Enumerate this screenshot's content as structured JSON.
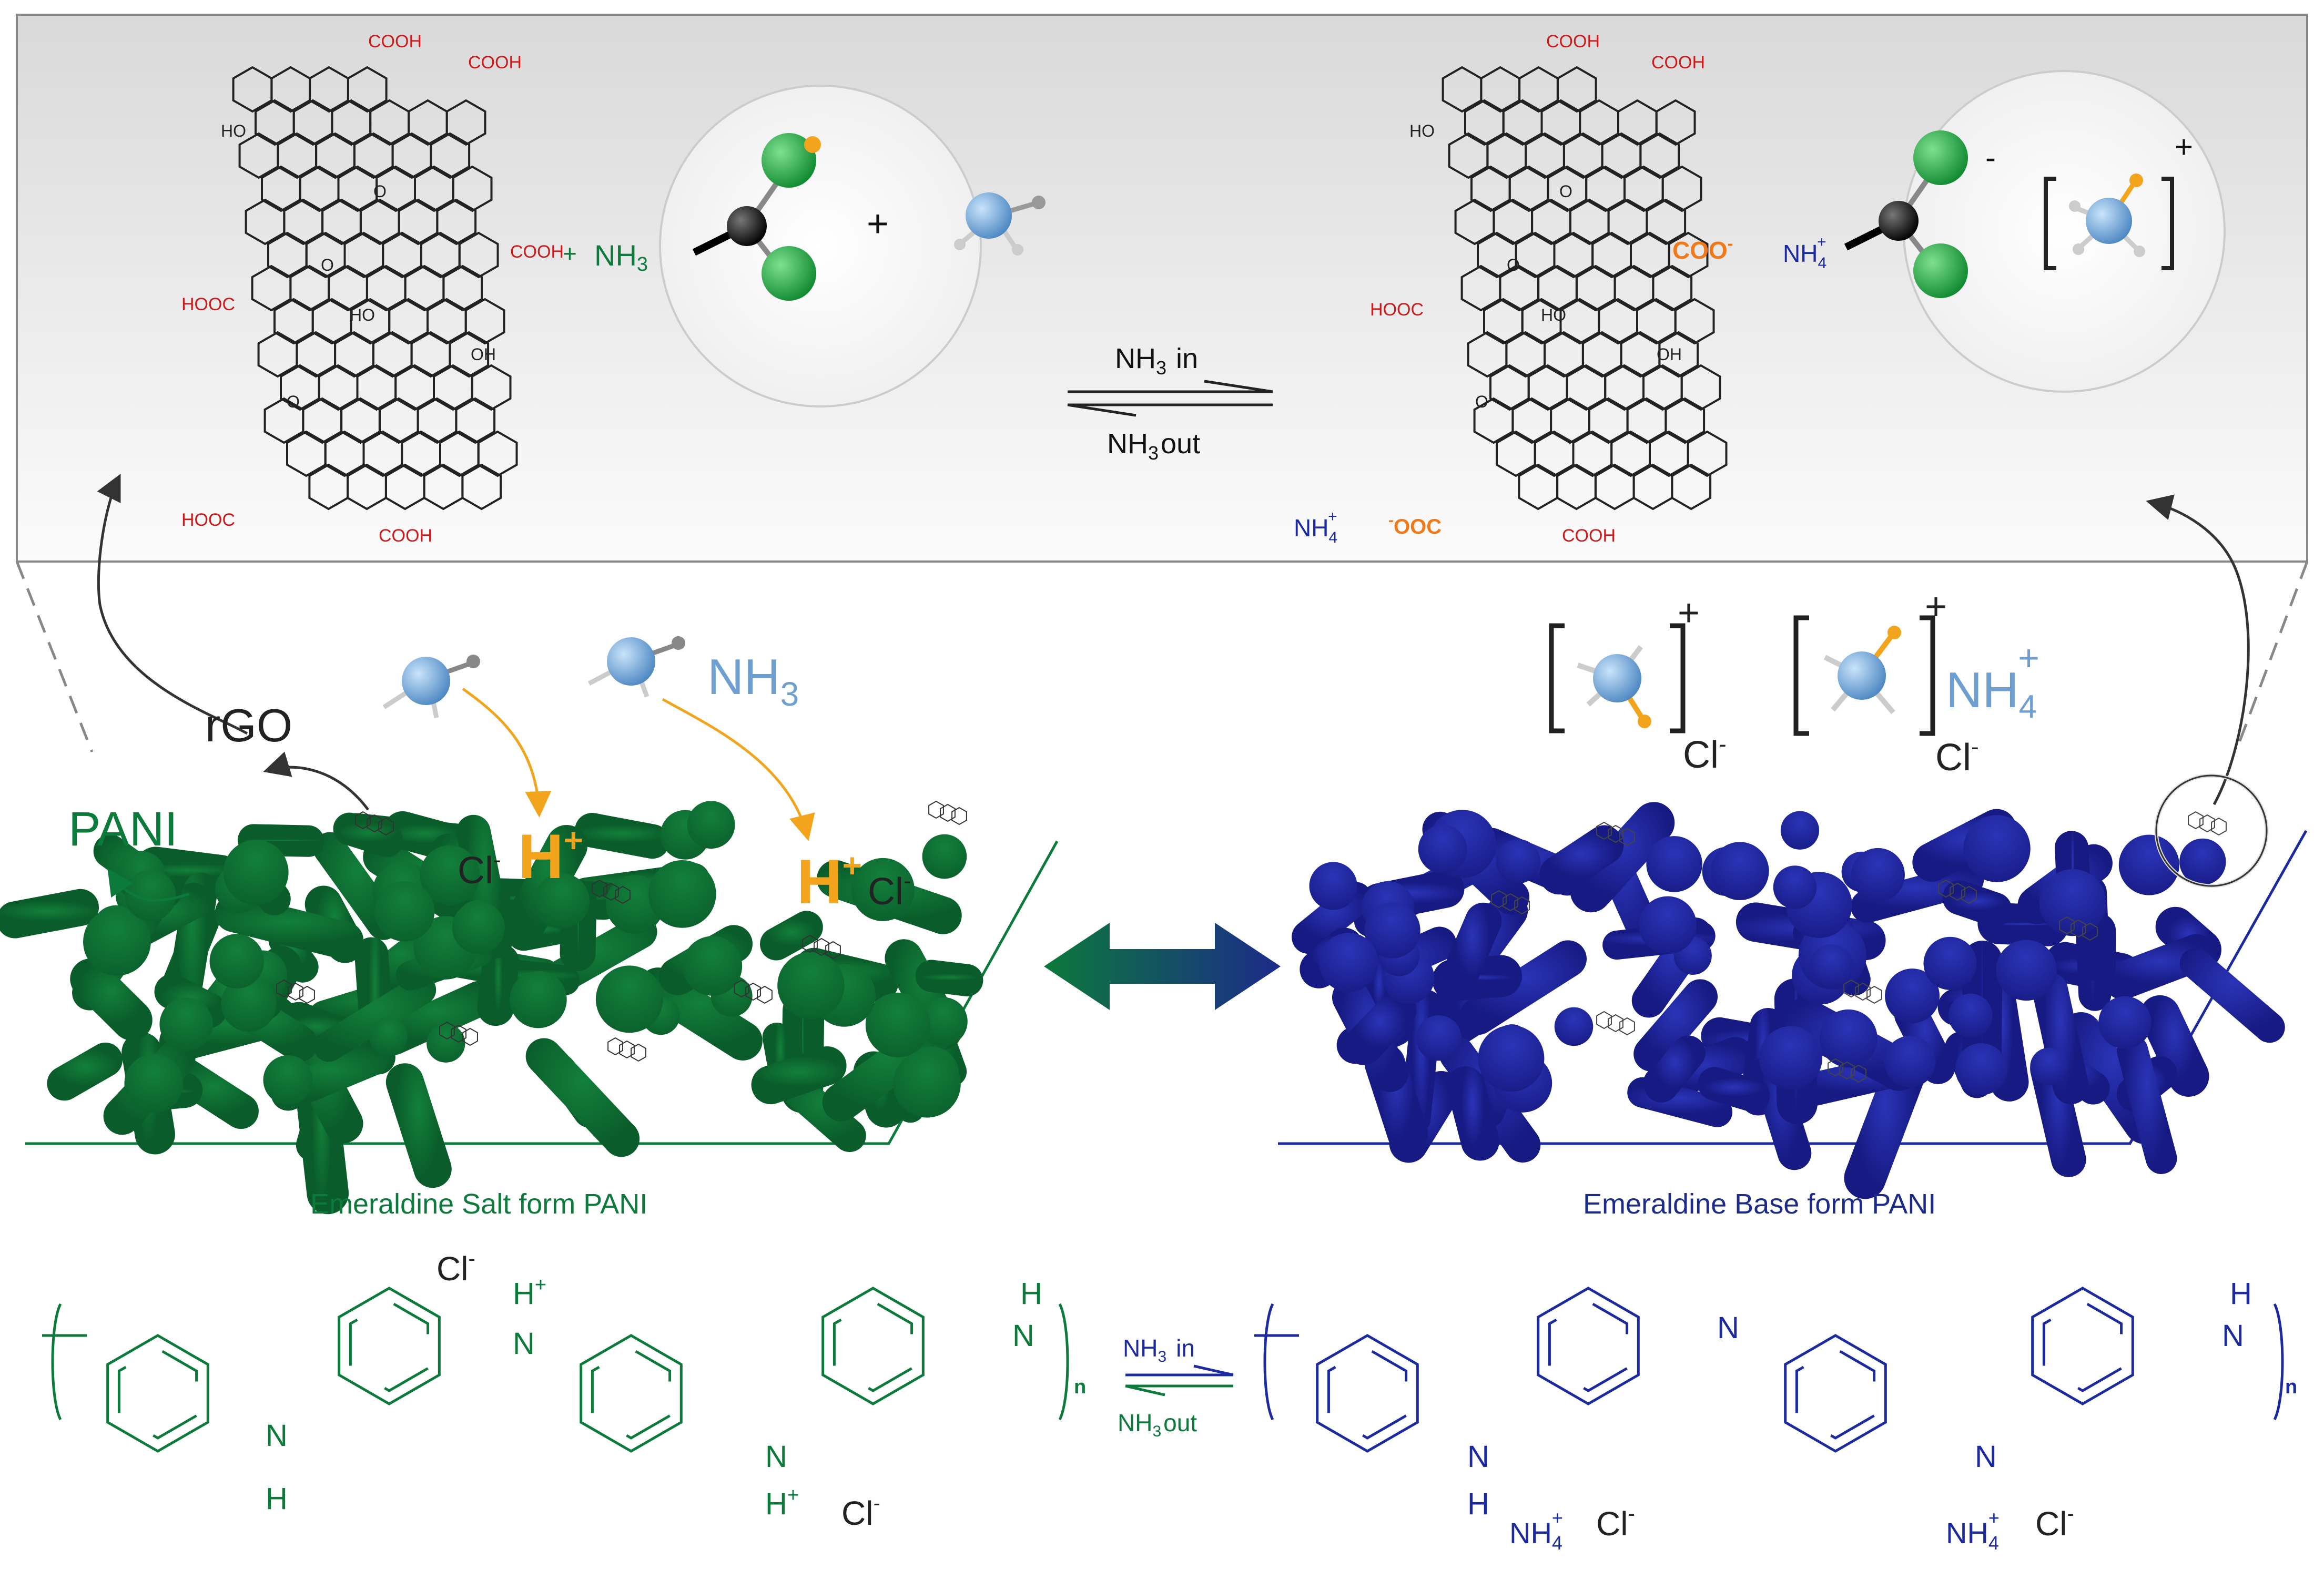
{
  "top_panel": {
    "left": {
      "cooh": "COOH",
      "hooc": "HOOC",
      "ho": "HO",
      "oh": "OH",
      "o": "O",
      "plus_nh3_plus": "+",
      "plus_nh3": "NH",
      "plus_nh3_sub": "3",
      "circle_plus": "+"
    },
    "right": {
      "cooh": "COOH",
      "hooc": "HOOC",
      "ho": "HO",
      "oh": "OH",
      "o": "O",
      "coo_minus": "COO",
      "minus_ooc": "OOC",
      "nh4": "NH",
      "nh4_sub": "4",
      "nh4_sup": "+",
      "minus": "-",
      "plus": "+"
    },
    "equilibrium": {
      "top": "NH",
      "top_sub": "3",
      "top_suffix": "in",
      "bottom": "NH",
      "bottom_sub": "3",
      "bottom_suffix": "out"
    }
  },
  "middle_panel": {
    "left": {
      "rgo": "rGO",
      "pani": "PANI",
      "nh3": "NH",
      "nh3_sub": "3",
      "h_plus": "H",
      "plus": "+",
      "cl": "Cl",
      "cl_sup": "-",
      "caption": "Emeraldine Salt form PANI"
    },
    "right": {
      "nh4": "NH",
      "nh4_sub": "4",
      "nh4_sup": "+",
      "bracket_plus": "+",
      "cl": "Cl",
      "cl_sup": "-",
      "caption": "Emeraldine Base form PANI"
    }
  },
  "bottom_panel": {
    "left": {
      "h": "H",
      "n": "N",
      "h_plus": "H",
      "plus": "+",
      "cl": "Cl",
      "cl_sup": "-",
      "n_label": "n"
    },
    "equilibrium": {
      "top": "NH",
      "top_sub": "3",
      "top_suffix": "in",
      "bottom": "NH",
      "bottom_sub": "3",
      "bottom_suffix": "out"
    },
    "right": {
      "h": "H",
      "n": "N",
      "nh4": "NH",
      "nh4_sub": "4",
      "nh4_sup": "+",
      "cl": "Cl",
      "cl_sup": "-",
      "n_label": "n"
    }
  },
  "colors": {
    "green": "#0b7a3a",
    "green_dark": "#0e6b31",
    "blue": "#1c2aa0",
    "blue_dark": "#22239a",
    "red": "#cc1a1a",
    "orange": "#f07a1a",
    "gold": "#f2a51c",
    "light_blue": "#6f9fd0",
    "atom_green": "#2aa84a",
    "ink": "#222222"
  }
}
